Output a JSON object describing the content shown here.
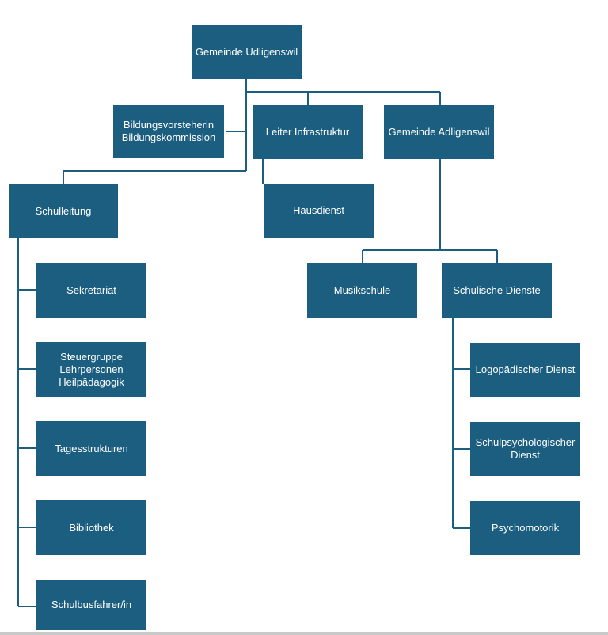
{
  "colors": {
    "box": "#1b5e80",
    "text": "#ffffff",
    "line": "#1b5e80"
  },
  "nodes": {
    "root": "Gemeinde Udligenswil",
    "bildungsvorsteherin": "Bildungsvorsteherin\nBildungskommission",
    "leiter_infrastruktur": "Leiter Infrastruktur",
    "gemeinde_adligenswil": "Gemeinde Adligenswil",
    "schulleitung": "Schulleitung",
    "hausdienst": "Hausdienst",
    "musikschule": "Musikschule",
    "schulische_dienste": "Schulische Dienste",
    "sekretariat": "Sekretariat",
    "steuergruppe": "Steuergruppe\nLehrpersonen\nHeilpädagogik",
    "tagesstrukturen": "Tagesstrukturen",
    "bibliothek": "Bibliothek",
    "schulbusfahrer": "Schulbusfahrer/in",
    "logopaedischer_dienst": "Logopädischer Dienst",
    "schulpsychologischer_dienst": "Schulpsychologischer\nDienst",
    "psychomotorik": "Psychomotorik"
  }
}
